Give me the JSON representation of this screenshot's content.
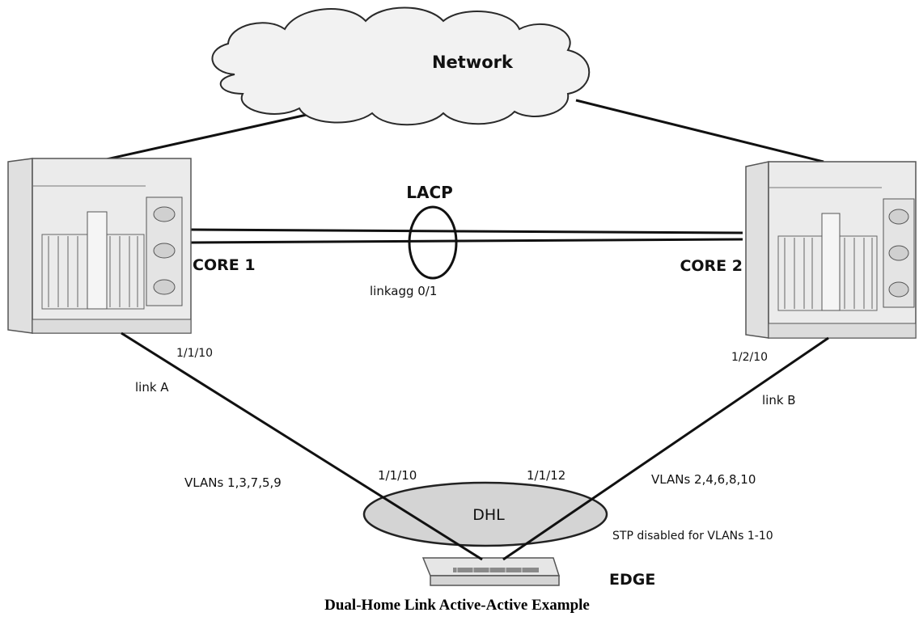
{
  "cloud_label": "Network",
  "lacp_label": "LACP",
  "core1_label": "CORE 1",
  "core2_label": "CORE 2",
  "linkagg_label": "linkagg 0/1",
  "core1_port": "1/1/10",
  "core2_port": "1/2/10",
  "link_a_label": "link A",
  "link_b_label": "link B",
  "vlans_a_label": "VLANs 1,3,7,5,9",
  "vlans_b_label": "VLANs 2,4,6,8,10",
  "edge_port_a": "1/1/10",
  "edge_port_b": "1/1/12",
  "dhl_label": "DHL",
  "stp_label": "STP disabled for VLANs 1-10",
  "edge_label": "EDGE",
  "caption": "Dual-Home Link Active-Active Example",
  "colors": {
    "dhl_fill": "#d4d4d4",
    "cloud_fill": "#f2f2f2",
    "switch_fill": "#ebebeb"
  }
}
